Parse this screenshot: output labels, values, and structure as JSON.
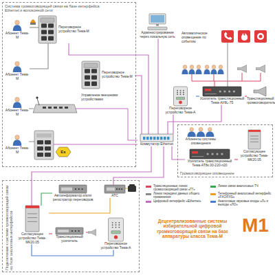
{
  "diagram": {
    "title": "Децентрализованные системы избирательной цифровой громкоговорящей связи на базе аппаратуры класса Тема-М",
    "nodes": [
      {
        "text": [
          "Система громкоговорящей связи на базе интерфейса Ethernet и волоконной сети"
        ]
      },
      {
        "text": [
          "Переговорное устройство Тема-М"
        ],
        "in": 0
      },
      {
        "text": [
          "Абонент Тема-М"
        ],
        "in": 0
      },
      {
        "text": [
          "Абонент Тема-М"
        ],
        "in": 0
      },
      {
        "text": [
          "Переговорное устройство Тема-М"
        ],
        "in": 0
      },
      {
        "text": [
          "Абонент Тема-М"
        ],
        "in": 0
      },
      {
        "text": [
          "Абонент Тема-М"
        ],
        "in": 0
      },
      {
        "text": [
          "Администрирование через локальную сеть"
        ]
      },
      {
        "text": [
          "Коммутатор Ethernet"
        ]
      },
      {
        "text": [
          "Усилитель трансляционный Тема-АУ8L-75"
        ]
      },
      {
        "text": [
          "Переговорное устройство Тема-А"
        ]
      },
      {
        "text": [
          "Трансляционный громкоговоритель"
        ]
      },
      {
        "text": [
          "Громкоговорящее оповещение"
        ]
      },
      {
        "text": [
          "Абоненты системы оповещения"
        ],
        "in": 12
      },
      {
        "text": [
          "Усилитель трансляционный Тема-АТ8к.00-220-п20"
        ],
        "in": 12
      },
      {
        "text": [
          "Согласующее устройство Тема-МК20.05"
        ],
        "in": 12
      },
      {
        "text": [
          "Подключение к системе громкоговорящей связи на базе аналоговых интерфейсов"
        ]
      },
      {
        "text": [
          "Согласующее устройство Тема-МК20.05"
        ],
        "in": 16
      },
      {
        "text": [
          "Автоинформатор и/или регистратор переговоров"
        ],
        "in": 16
      },
      {
        "text": [
          "АТС"
        ],
        "in": 16
      },
      {
        "text": [
          "Трансляционный усилитель"
        ],
        "in": 16
      },
      {
        "text": [
          "Переговорное устройство Тема-А"
        ],
        "in": 16
      }
    ],
    "edges": [
      {
        "from": 8,
        "to": 1,
        "arrow": "none"
      },
      {
        "from": 8,
        "to": 4,
        "arrow": "none"
      },
      {
        "from": 8,
        "to": 7,
        "arrow": "none"
      },
      {
        "from": 8,
        "to": 10,
        "arrow": "none"
      },
      {
        "from": 8,
        "to": 9,
        "arrow": "none"
      },
      {
        "from": 8,
        "to": 14,
        "arrow": "none"
      },
      {
        "from": 8,
        "to": 17,
        "arrow": "none"
      },
      {
        "from": 8,
        "to": 19,
        "arrow": "none"
      },
      {
        "from": 17,
        "to": 18,
        "arrow": "none"
      },
      {
        "from": 17,
        "to": 20,
        "arrow": "none"
      },
      {
        "from": 17,
        "to": 19,
        "arrow": "none"
      },
      {
        "from": 17,
        "to": 21,
        "arrow": "none"
      },
      {
        "from": 9,
        "to": 11,
        "arrow": "none"
      },
      {
        "from": 10,
        "to": 9,
        "arrow": "none"
      },
      {
        "from": 14,
        "to": 15,
        "arrow": "none"
      },
      {
        "from": 2,
        "to": 1,
        "arrow": "none"
      },
      {
        "from": 3,
        "to": 1,
        "arrow": "none"
      }
    ],
    "labels": [
      "Управление внешними устройствами",
      "Автоматическое оповещение по событию",
      "Ex",
      "M1"
    ],
    "legend": [
      {
        "text": "Трансляционные линии громкоговорящей связи «ГГ»",
        "color": "#d9475f"
      },
      {
        "text": "Линии передачи данных общего применения",
        "color": "#8a8a8a"
      },
      {
        "text": "Цифровой интерфейс «Ethernet»",
        "color": "#c46cbd"
      },
      {
        "text": "Линии связи аналоговых ТЧ",
        "color": "#3aa655"
      },
      {
        "text": "Телефонный аналоговый интерфейс «FXO/FXS»",
        "color": "#e8a020"
      },
      {
        "text": "Аналоговые звуковые входы «Л» и выходы «ЛО»",
        "color": "#4a7fd0"
      }
    ]
  }
}
